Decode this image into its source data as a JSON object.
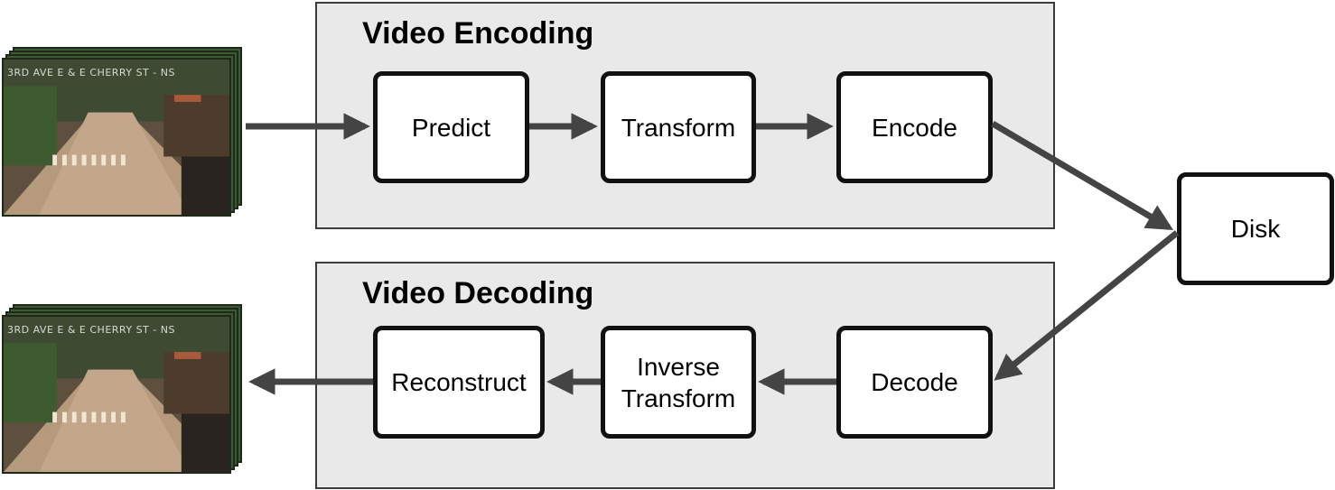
{
  "encoding": {
    "title": "Video Encoding",
    "nodes": {
      "predict": "Predict",
      "transform": "Transform",
      "encode": "Encode"
    }
  },
  "decoding": {
    "title": "Video Decoding",
    "nodes": {
      "reconstruct": "Reconstruct",
      "inverse_transform": "Inverse\nTransform",
      "decode": "Decode"
    }
  },
  "storage": {
    "disk": "Disk"
  },
  "video_frames": {
    "overlay_text": "3RD AVE E & E CHERRY ST - NS"
  },
  "colors": {
    "arrow": "#444444",
    "panel": "#e9e9e9",
    "node_border": "#111111"
  }
}
